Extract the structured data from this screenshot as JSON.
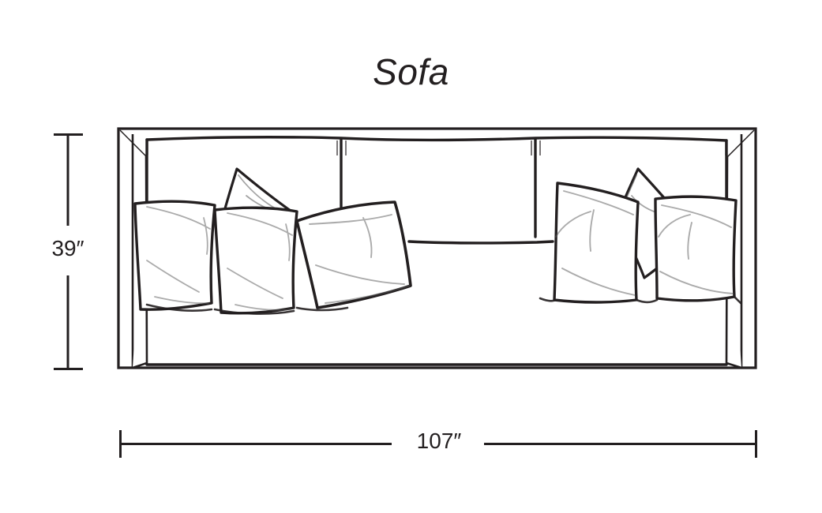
{
  "drawing": {
    "title": "Sofa",
    "subject": "sofa-front-elevation",
    "line_color": "#231f20",
    "fill_color": "#ffffff",
    "background": "#ffffff"
  },
  "dimensions": {
    "height": {
      "label": "39″",
      "value": 39,
      "unit": "inches",
      "orientation": "vertical",
      "position": "left"
    },
    "width": {
      "label": "107″",
      "value": 107,
      "unit": "inches",
      "orientation": "horizontal",
      "position": "bottom"
    }
  },
  "chart_data": {
    "type": "table",
    "title": "Sofa",
    "categories": [
      "Height",
      "Width"
    ],
    "values": [
      39,
      107
    ],
    "labels": [
      "39″",
      "107″"
    ],
    "xlabel": "",
    "ylabel": "inches"
  },
  "features": {
    "pillow_count": 6,
    "back_cushion_seams": 2,
    "arm_panels": 2
  }
}
